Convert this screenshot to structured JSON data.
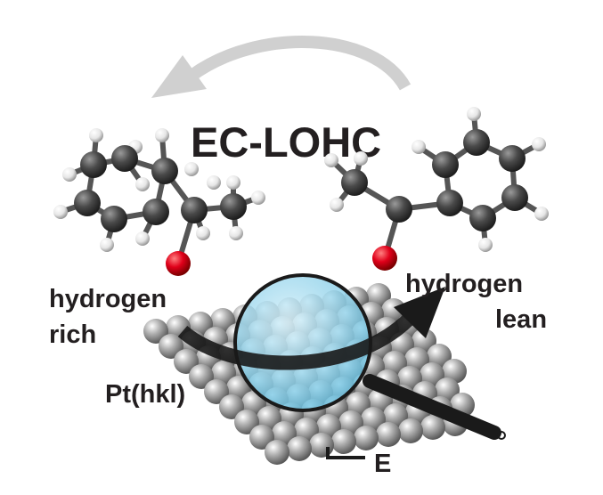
{
  "title": "EC-LOHC",
  "labels": {
    "rich_line1": "hydrogen",
    "rich_line2": "rich",
    "lean_line1": "hydrogen",
    "lean_line2": "lean",
    "surface": "Pt(hkl)",
    "potential": "E"
  },
  "colors": {
    "carbon": "#4a4a4a",
    "hydrogen": "#f2f2f2",
    "oxygen": "#e0001a",
    "platinum": "#9a9a9a",
    "lens": "#8fd3ea",
    "cycle_arrow": "#d0d0d0",
    "text": "#231f20"
  }
}
